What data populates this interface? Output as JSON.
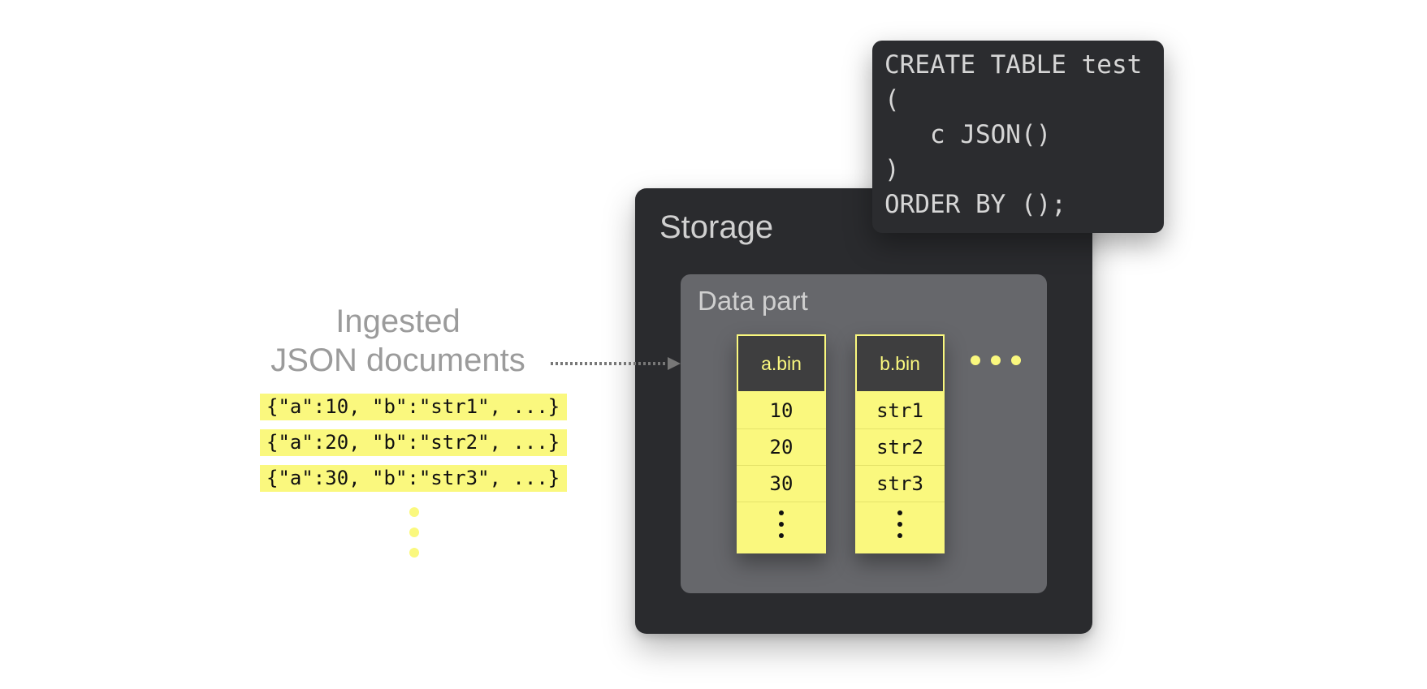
{
  "storage": {
    "title": "Storage",
    "data_part": {
      "title": "Data part",
      "columns": [
        {
          "file": "a.bin",
          "values": [
            "10",
            "20",
            "30"
          ]
        },
        {
          "file": "b.bin",
          "values": [
            "str1",
            "str2",
            "str3"
          ]
        }
      ]
    }
  },
  "sql": {
    "lines": [
      "CREATE TABLE test",
      "(",
      "   c JSON()",
      ")",
      "ORDER BY ();"
    ]
  },
  "ingested": {
    "label_line1": "Ingested",
    "label_line2": "JSON documents",
    "documents": [
      "{\"a\":10, \"b\":\"str1\", ...}",
      "{\"a\":20, \"b\":\"str2\", ...}",
      "{\"a\":30, \"b\":\"str3\", ...}"
    ]
  },
  "colors": {
    "highlight": "#faf87e",
    "panel_dark": "#2a2b2e",
    "panel_mid": "#66676b"
  }
}
